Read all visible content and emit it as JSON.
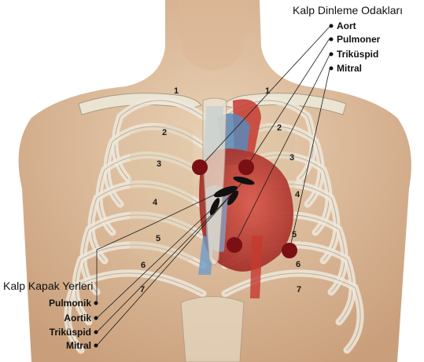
{
  "diagram": {
    "auscultation_title": "Kalp Dinleme Odakları",
    "auscultation_sites": [
      "Aort",
      "Pulmoner",
      "Triküspid",
      "Mitral"
    ],
    "valve_title": "Kalp Kapak Yerleri",
    "valve_sites": [
      "Pulmonik",
      "Aortik",
      "Triküspid",
      "Mitral"
    ],
    "left_rib_numbers": [
      "1",
      "2",
      "3",
      "4",
      "5",
      "6",
      "7"
    ],
    "right_rib_numbers": [
      "1",
      "2",
      "3",
      "4",
      "5",
      "6",
      "7"
    ]
  },
  "colors": {
    "skin": "#e2c0a0",
    "bone": "#ebe3d2",
    "heart_red": "#c63a30",
    "vessel_blue": "#6e9cc6",
    "auscultation_marker": "#7a0f14",
    "valve_marker": "#111111"
  }
}
